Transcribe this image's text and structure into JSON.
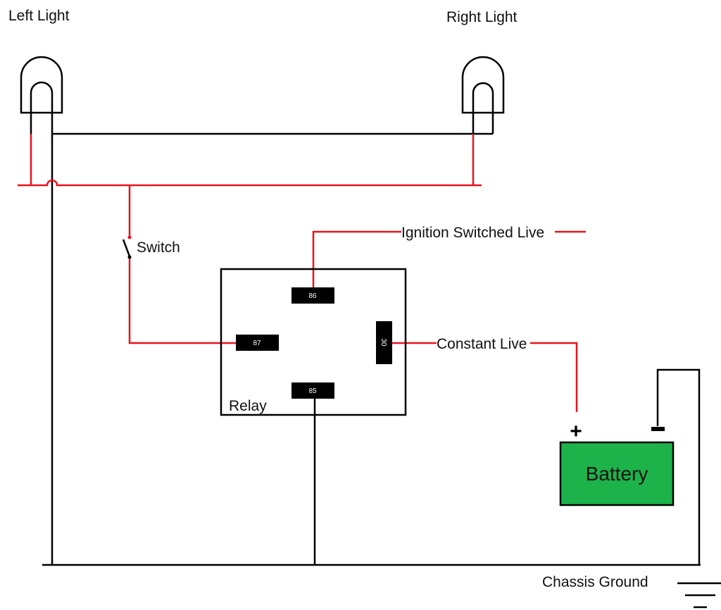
{
  "colors": {
    "wire_live": "#e8141c",
    "wire_ground": "#000000",
    "battery_fill": "#1db24a",
    "pin_fill": "#000000",
    "background": "#ffffff"
  },
  "labels": {
    "left_light": "Left Light",
    "right_light": "Right Light",
    "switch": "Switch",
    "relay": "Relay",
    "ignition": "Ignition Switched Live",
    "constant_live": "Constant Live",
    "battery": "Battery",
    "battery_positive": "+",
    "chassis_ground": "Chassis Ground"
  },
  "relay_pins": {
    "p86": "86",
    "p87": "87",
    "p30": "30",
    "p85": "85"
  },
  "icons": [
    "bulb-icon",
    "switch-icon",
    "ground-symbol-icon",
    "battery-icon"
  ]
}
